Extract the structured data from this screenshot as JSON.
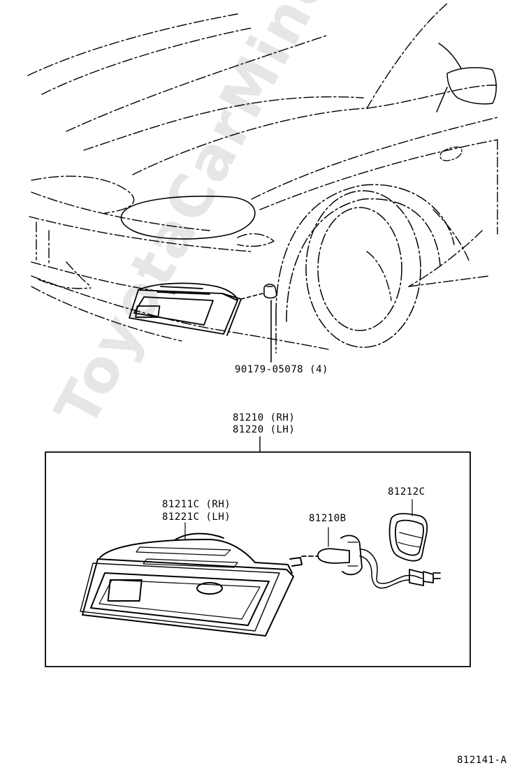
{
  "watermark": "ToyotaCarMine.ru",
  "parts": {
    "bolt": "90179-05078 (4)",
    "assembly_rh": "81210 (RH)",
    "assembly_lh": "81220 (LH)",
    "lens_rh": "81211C (RH)",
    "lens_lh": "81221C (LH)",
    "bulb": "81210B",
    "cover": "81212C"
  },
  "figure_id": "812141-A"
}
